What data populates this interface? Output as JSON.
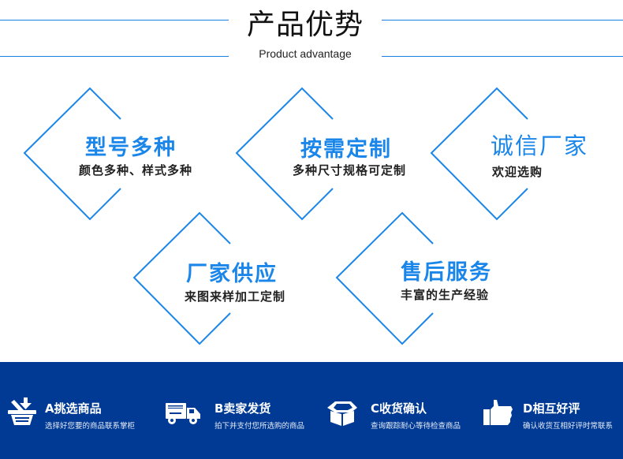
{
  "header": {
    "title": "产品优势",
    "subtitle": "Product advantage",
    "line_color": "#1a7fe0"
  },
  "advantages": [
    {
      "title": "型号多种",
      "desc": "颜色多种、样式多种"
    },
    {
      "title": "按需定制",
      "desc": "多种尺寸规格可定制"
    },
    {
      "title": "诚信厂家",
      "desc": "欢迎选购"
    },
    {
      "title": "厂家供应",
      "desc": "来图来样加工定制"
    },
    {
      "title": "售后服务",
      "desc": "丰富的生产经验"
    }
  ],
  "colors": {
    "accent": "#1a86ea",
    "footer_bg": "#003a94"
  },
  "steps": [
    {
      "icon": "basket-icon",
      "title": "A挑选商品",
      "desc": "选择好您要的商品联系掌柜"
    },
    {
      "icon": "truck-icon",
      "title": "B卖家发货",
      "desc": "拍下并支付您所选购的商品"
    },
    {
      "icon": "box-icon",
      "title": "C收货确认",
      "desc": "查询跟踪耐心等待检查商品"
    },
    {
      "icon": "thumbs-up-icon",
      "title": "D相互好评",
      "desc": "确认收货互相好评时常联系"
    }
  ]
}
